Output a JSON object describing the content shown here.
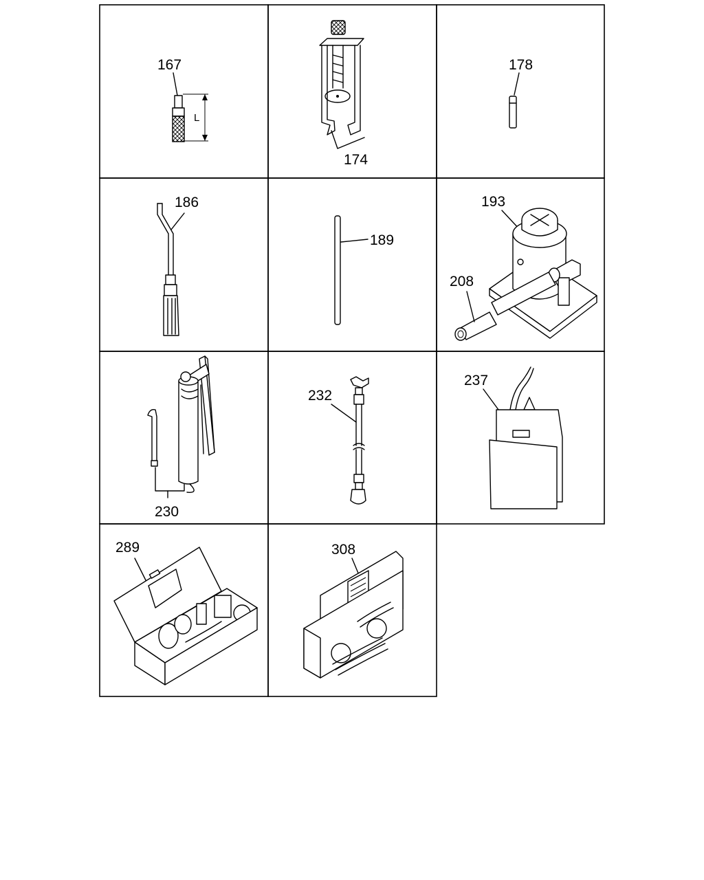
{
  "colors": {
    "line": "#000000",
    "background": "#ffffff"
  },
  "tools": [
    {
      "id": "t167",
      "number": "167",
      "dimension_label": "L"
    },
    {
      "id": "t174",
      "number": "174"
    },
    {
      "id": "t178",
      "number": "178"
    },
    {
      "id": "t186",
      "number": "186"
    },
    {
      "id": "t189",
      "number": "189"
    },
    {
      "id": "t193",
      "number": "193"
    },
    {
      "id": "t208",
      "number": "208"
    },
    {
      "id": "t230",
      "number": "230"
    },
    {
      "id": "t232",
      "number": "232"
    },
    {
      "id": "t237",
      "number": "237"
    },
    {
      "id": "t289",
      "number": "289"
    },
    {
      "id": "t308",
      "number": "308"
    }
  ]
}
